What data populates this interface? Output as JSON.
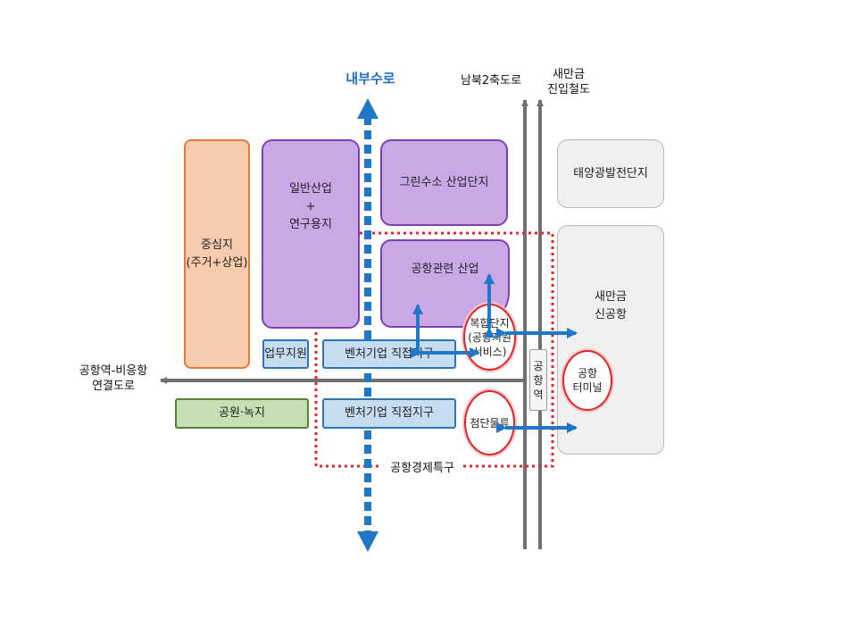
{
  "zones": {
    "center_land": "중심지\n(주거+상업)",
    "general_industry": "일반산업\n+\n연구용지",
    "green_hydrogen": "그린수소 산업단지",
    "airport_industry": "공항관련 산업",
    "business_support": "업무지원",
    "venture_top": "벤처기업 직접지구",
    "park_green": "공원·녹지",
    "venture_bottom": "벤처기업 직접지구",
    "solar": "태양광발전단지",
    "new_airport": "새만금\n신공항"
  },
  "circles": {
    "complex": "복합단지\n(공항지원서비스)",
    "advanced_logistics": "첨단물류",
    "terminal": "공항\n터미널"
  },
  "labels": {
    "waterway": "내부수로",
    "road_north": "남북2축도로",
    "rail": "새만금\n진입철도",
    "link_road": "공항역-비응항\n연결도로",
    "airport_station": "공\n항\n역",
    "free_zone": "공항경제특구"
  },
  "colors": {
    "waterway_blue": "#1f6fc0",
    "zone_boundary_red": "#e8242b",
    "road_grey": "#707070"
  }
}
